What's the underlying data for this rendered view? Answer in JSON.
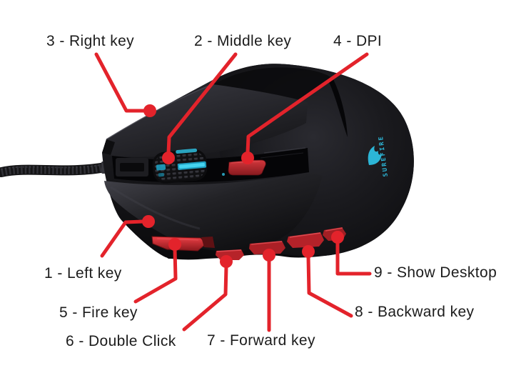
{
  "diagram": {
    "device": "gaming-mouse-parts-diagram",
    "background": "#ffffff",
    "colors": {
      "accent_red": "#e3232b",
      "label_text": "#1c1c1c",
      "logo_cyan": "#2cb5d6",
      "button_red": "#c4262b",
      "body_black": "#151518"
    },
    "logo": {
      "text": "SUREFIRE",
      "color": "#2cb5d6"
    },
    "labels": [
      {
        "id": "right-key",
        "number": 3,
        "text": "3 - Right key"
      },
      {
        "id": "middle-key",
        "number": 2,
        "text": "2 - Middle key"
      },
      {
        "id": "dpi",
        "number": 4,
        "text": "4 - DPI"
      },
      {
        "id": "left-key",
        "number": 1,
        "text": "1 - Left key"
      },
      {
        "id": "fire-key",
        "number": 5,
        "text": "5 - Fire key"
      },
      {
        "id": "double-click",
        "number": 6,
        "text": "6 - Double Click"
      },
      {
        "id": "forward-key",
        "number": 7,
        "text": "7 - Forward key"
      },
      {
        "id": "backward-key",
        "number": 8,
        "text": "8 - Backward key"
      },
      {
        "id": "show-desktop",
        "number": 9,
        "text": "9 - Show Desktop"
      }
    ]
  }
}
